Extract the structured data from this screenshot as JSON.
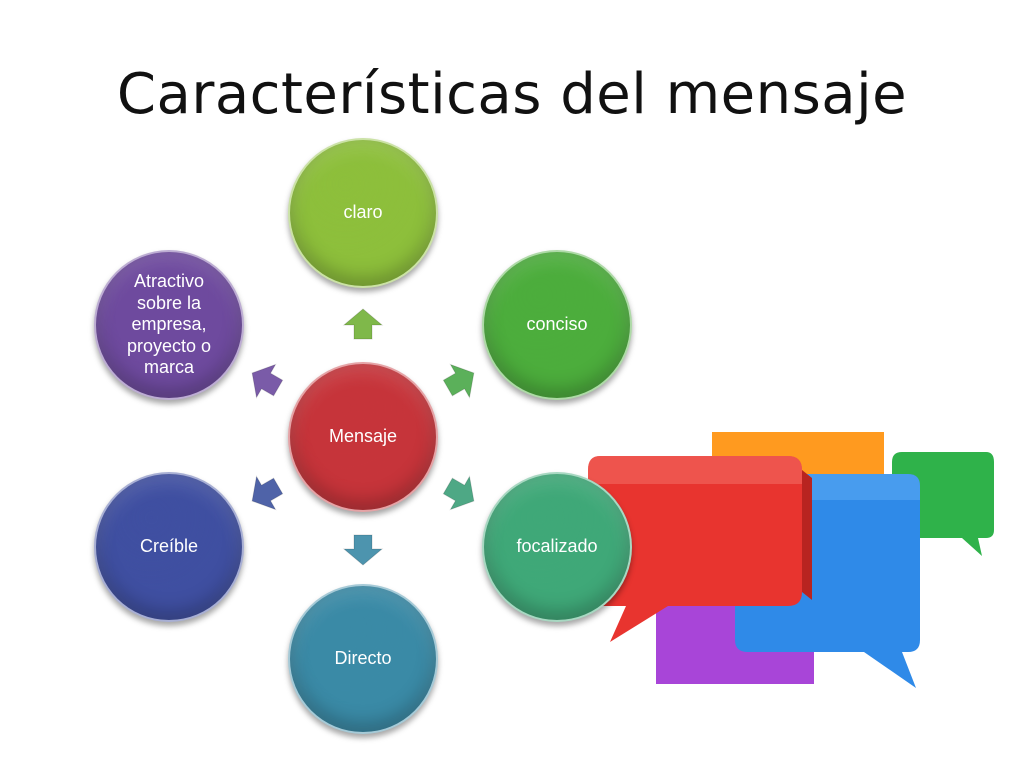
{
  "slide": {
    "title": "Características del mensaje"
  },
  "diagram": {
    "center": {
      "label": "Mensaje",
      "color": "#c6343a"
    },
    "nodes": [
      {
        "id": "claro",
        "label": "claro",
        "color": "#8dbf3b"
      },
      {
        "id": "conciso",
        "label": "conciso",
        "color": "#4cad3c"
      },
      {
        "id": "focalizado",
        "label": "focalizado",
        "color": "#3fa878"
      },
      {
        "id": "directo",
        "label": "Directo",
        "color": "#3a8aa6"
      },
      {
        "id": "creible",
        "label": "Creíble",
        "color": "#3f4fa1"
      },
      {
        "id": "atractivo",
        "label": "Atractivo sobre la empresa, proyecto o marca",
        "color": "#6e4a9e"
      }
    ],
    "arrow_colors": [
      "#7fb84a",
      "#5bb05a",
      "#4ea885",
      "#4d94ae",
      "#4f63a8",
      "#7a5ba8"
    ]
  },
  "decoration": {
    "icon": "speech-bubbles-icon",
    "colors": [
      "#ff9a1f",
      "#2fb24a",
      "#e8342f",
      "#2f8ae8",
      "#a845d8"
    ]
  }
}
